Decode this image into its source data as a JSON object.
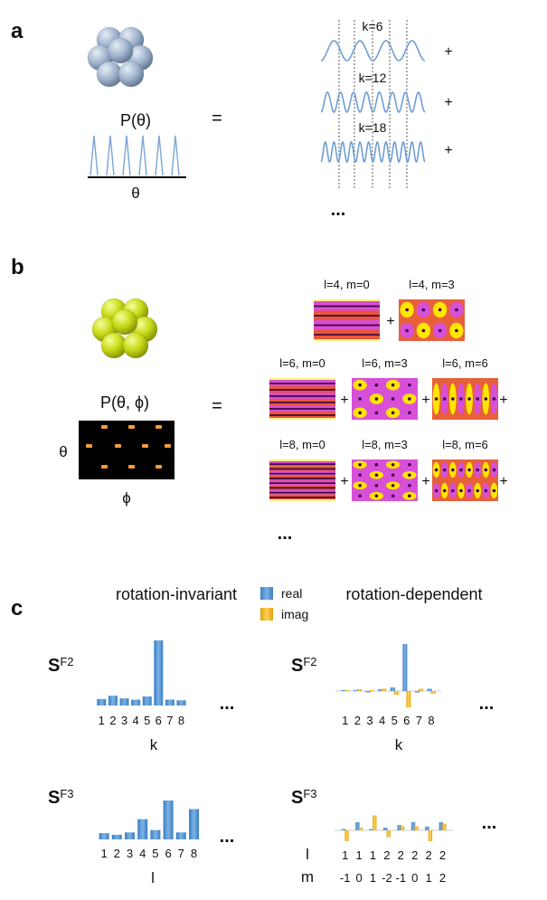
{
  "panel_a": {
    "label": "a",
    "equals": "=",
    "function_label": "P(θ)",
    "axis_label": "θ",
    "terms": [
      {
        "label": "k=6",
        "k": 6
      },
      {
        "label": "k=12",
        "k": 12
      },
      {
        "label": "k=18",
        "k": 18
      }
    ],
    "plus": "+",
    "ellipsis": "..."
  },
  "panel_b": {
    "label": "b",
    "equals": "=",
    "function_label": "P(θ, ϕ)",
    "theta_label": "θ",
    "phi_label": "ϕ",
    "plus": "+",
    "ellipsis": "...",
    "rows": [
      [
        {
          "label": "l=4, m=0",
          "l": 4,
          "m": 0
        },
        {
          "label": "l=4, m=3",
          "l": 4,
          "m": 3
        }
      ],
      [
        {
          "label": "l=6, m=0",
          "l": 6,
          "m": 0
        },
        {
          "label": "l=6, m=3",
          "l": 6,
          "m": 3
        },
        {
          "label": "l=6, m=6",
          "l": 6,
          "m": 6
        }
      ],
      [
        {
          "label": "l=8, m=0",
          "l": 8,
          "m": 0
        },
        {
          "label": "l=8, m=3",
          "l": 8,
          "m": 3
        },
        {
          "label": "l=8, m=6",
          "l": 8,
          "m": 6
        }
      ]
    ]
  },
  "panel_c": {
    "label": "c",
    "left_title": "rotation-invariant",
    "right_title": "rotation-dependent",
    "legend": [
      {
        "label": "real",
        "color": "#4a8fd0"
      },
      {
        "label": "imag",
        "color": "#f2b21b"
      }
    ],
    "s_symbol": "S",
    "sup_f2": "F2",
    "sup_f3": "F3",
    "ellipsis": "...",
    "k_label": "k",
    "l_label": "l",
    "m_label": "m",
    "tick_k": [
      "1",
      "2",
      "3",
      "4",
      "5",
      "6",
      "7",
      "8"
    ],
    "tick_l_right": [
      "1",
      "1",
      "1",
      "2",
      "2",
      "2",
      "2",
      "2"
    ],
    "tick_m_right": [
      "-1",
      "0",
      "1",
      "-2",
      "-1",
      "0",
      "1",
      "2"
    ]
  },
  "chart_data": [
    {
      "type": "bar",
      "x": [
        "1",
        "2",
        "3",
        "4",
        "5",
        "6",
        "7",
        "8"
      ],
      "xlabel": "k",
      "series": [
        {
          "name": "real",
          "values": [
            0.1,
            0.15,
            0.11,
            0.09,
            0.14,
            1.0,
            0.09,
            0.08
          ]
        }
      ]
    },
    {
      "type": "bar",
      "x": [
        "1",
        "2",
        "3",
        "4",
        "5",
        "6",
        "7",
        "8"
      ],
      "xlabel": "k",
      "series": [
        {
          "name": "real",
          "values": [
            0.01,
            0.02,
            -0.03,
            0.04,
            0.08,
            1.0,
            -0.03,
            0.05
          ]
        },
        {
          "name": "imag",
          "values": [
            0.02,
            0.04,
            0.02,
            0.05,
            -0.08,
            -0.35,
            0.05,
            -0.06
          ]
        }
      ]
    },
    {
      "type": "bar",
      "x": [
        "1",
        "2",
        "3",
        "4",
        "5",
        "6",
        "7",
        "8"
      ],
      "xlabel": "l",
      "series": [
        {
          "name": "real",
          "values": [
            0.16,
            0.12,
            0.18,
            0.52,
            0.24,
            1.0,
            0.18,
            0.78
          ]
        }
      ]
    },
    {
      "type": "bar",
      "x": [
        "-1",
        "0",
        "1",
        "-2",
        "-1",
        "0",
        "1",
        "2"
      ],
      "xlabel": "l / m",
      "series": [
        {
          "name": "real",
          "values": [
            0.05,
            0.3,
            0.05,
            0.1,
            0.2,
            0.3,
            0.14,
            0.3
          ]
        },
        {
          "name": "imag",
          "values": [
            -0.4,
            0.1,
            0.55,
            -0.25,
            0.15,
            0.15,
            -0.4,
            0.25
          ]
        }
      ]
    }
  ]
}
